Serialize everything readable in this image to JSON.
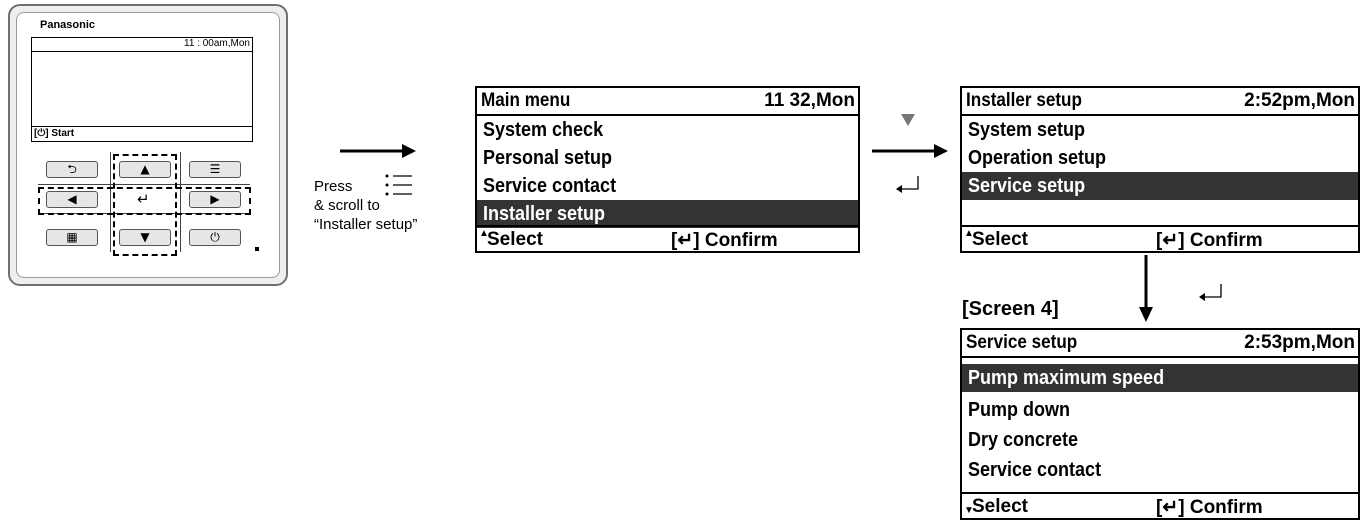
{
  "remote": {
    "brand": "Panasonic",
    "time": "11 : 00am,Mon",
    "start_label": "[⏻] Start",
    "buttons": {
      "back": "⮌",
      "up": "▲",
      "menu": "☰",
      "left": "◀",
      "enter": "↵",
      "right": "▶",
      "grid": "▦",
      "down": "▼",
      "power": "⏻"
    }
  },
  "instruction": {
    "line1": "Press",
    "line2": "& scroll to",
    "line3": "“Installer setup”"
  },
  "screen1": {
    "title": "Main menu",
    "time": "11 32,Mon",
    "items": [
      "System check",
      "Personal setup",
      "Service contact",
      "Installer setup"
    ],
    "footer_select": "Select",
    "footer_confirm": "[↵] Confirm"
  },
  "screen2": {
    "title": "Installer setup",
    "time": "2:52pm,Mon",
    "items": [
      "System setup",
      "Operation setup",
      "Service setup"
    ],
    "footer_select": "Select",
    "footer_confirm": "[↵] Confirm"
  },
  "screen4_label": "[Screen 4]",
  "screen4": {
    "title": "Service setup",
    "time": "2:53pm,Mon",
    "items": [
      "Pump maximum speed",
      "Pump down",
      "Dry concrete",
      "Service contact"
    ],
    "footer_select": "Select",
    "footer_confirm": "[↵] Confirm"
  },
  "colors": {
    "highlight": "#333333",
    "arrow_marker": "#777777"
  }
}
